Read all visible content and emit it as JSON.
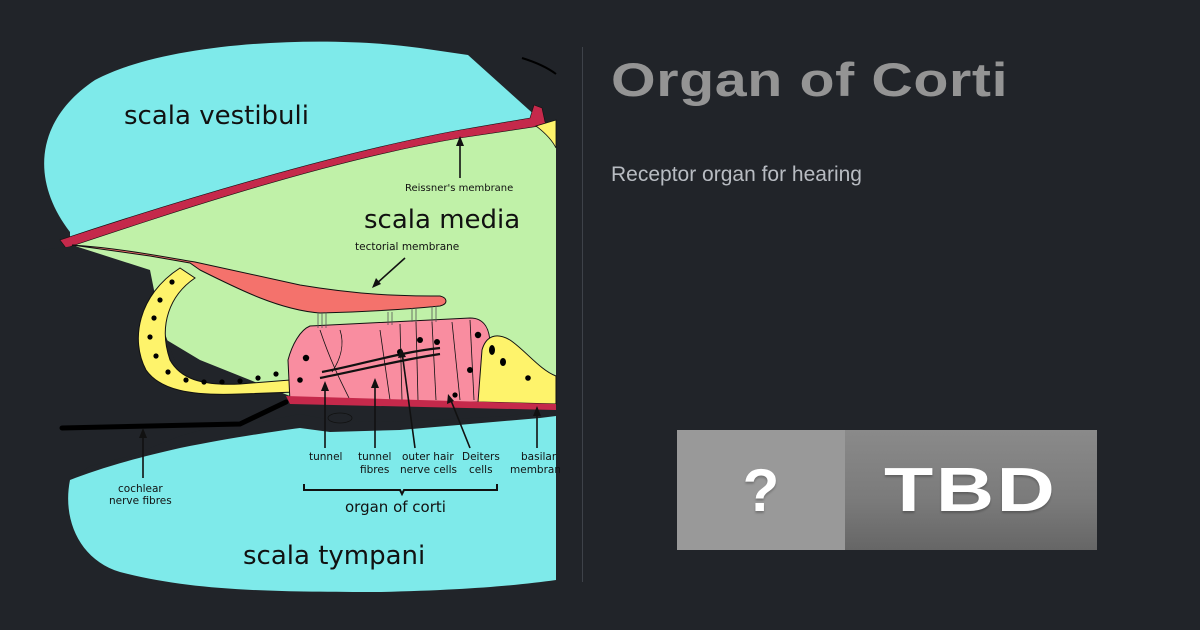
{
  "page": {
    "title": "Organ of Corti",
    "subtitle": "Receptor organ for hearing"
  },
  "badge": {
    "left_text": "?",
    "right_text": "TBD"
  },
  "diagram": {
    "regions": {
      "scala_vestibuli": "scala vestibuli",
      "scala_media": "scala media",
      "scala_tympani": "scala tympani"
    },
    "labels": {
      "reissners_membrane": "Reissner's membrane",
      "tectorial_membrane": "tectorial membrane",
      "tunnel": "tunnel",
      "tunnel_fibres_1": "tunnel",
      "tunnel_fibres_2": "fibres",
      "outer_hair_1": "outer hair",
      "outer_hair_2": "nerve cells",
      "deiters_1": "Deiters",
      "deiters_2": "cells",
      "basilar_1": "basilar",
      "basilar_2": "membrane",
      "cochlear_1": "cochlear",
      "cochlear_2": "nerve fibres",
      "organ_of_corti": "organ of corti"
    },
    "colors": {
      "fluid_cyan": "#7eeaea",
      "media_green": "#c0f1a8",
      "membrane_crimson": "#c5294b",
      "tectorial_salmon": "#f4726c",
      "cells_pink": "#f98da0",
      "cells_yellow": "#fef36b",
      "bone_dark": "#212429"
    }
  }
}
